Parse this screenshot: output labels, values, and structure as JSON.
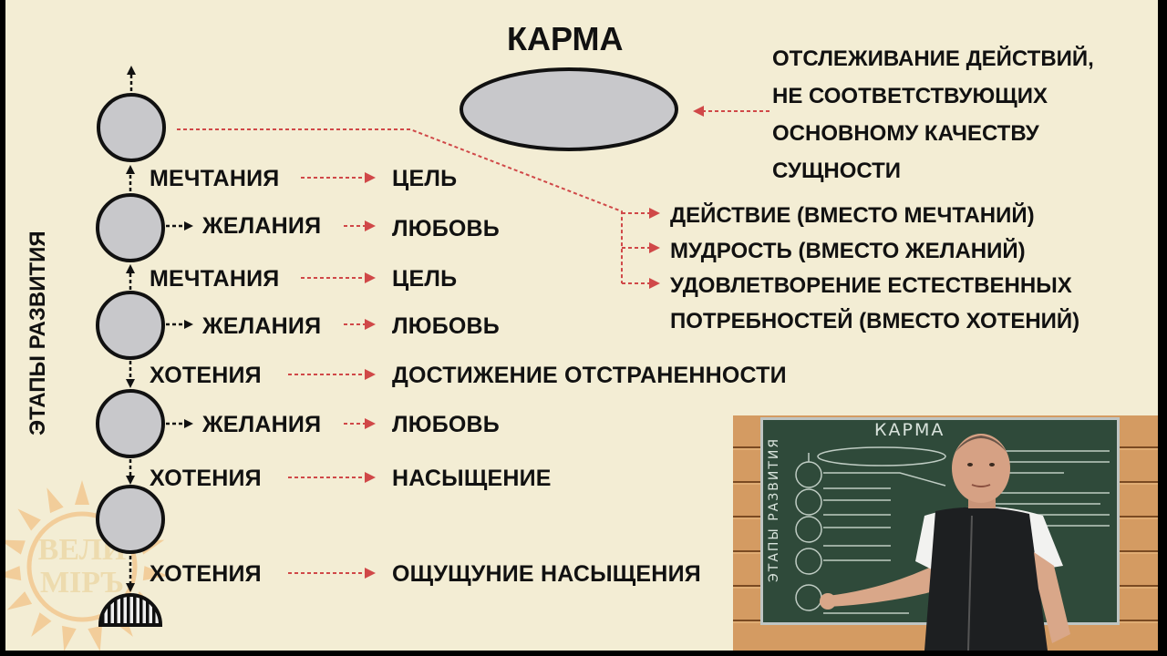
{
  "slide": {
    "title": "КАРМА",
    "vertical_label": "ЭТАПЫ РАЗВИТИЯ",
    "karma_note": [
      "ОТСЛЕЖИВАНИЕ ДЕЙСТВИЙ,",
      "НЕ СООТВЕТСТВУЮЩИХ",
      "ОСНОВНОМУ КАЧЕСТВУ",
      "СУЩНОСТИ"
    ],
    "replacements": [
      "ДЕЙСТВИЕ (ВМЕСТО МЕЧТАНИЙ)",
      "МУДРОСТЬ (ВМЕСТО ЖЕЛАНИЙ)",
      "УДОВЛЕТВОРЕНИЕ ЕСТЕСТВЕННЫХ",
      "ПОТРЕБНОСТЕЙ (ВМЕСТО ХОТЕНИЙ)"
    ],
    "rows": [
      {
        "from": "МЕЧТАНИЯ",
        "to": "ЦЕЛЬ"
      },
      {
        "from": "ЖЕЛАНИЯ",
        "to": "ЛЮБОВЬ"
      },
      {
        "from": "МЕЧТАНИЯ",
        "to": "ЦЕЛЬ"
      },
      {
        "from": "ЖЕЛАНИЯ",
        "to": "ЛЮБОВЬ"
      },
      {
        "from": "ХОТЕНИЯ",
        "to": "ДОСТИЖЕНИЕ ОТСТРАНЕННОСТИ"
      },
      {
        "from": "ЖЕЛАНИЯ",
        "to": "ЛЮБОВЬ"
      },
      {
        "from": "ХОТЕНИЯ",
        "to": "НАСЫЩЕНИЕ"
      },
      {
        "from": "ХОТЕНИЯ",
        "to": "ОЩУЩУНИЕ НАСЫЩЕНИЯ"
      }
    ],
    "colors": {
      "background": "#f3edd4",
      "circle_fill": "#c8c8cb",
      "arrow_red": "#d04848",
      "text": "#111111"
    }
  },
  "video_inset": {
    "board_title": "КАРМА",
    "board_vertical_label": "ЭТАПЫ РАЗВИТИЯ"
  },
  "watermark": {
    "icon": "sun-logo-icon"
  }
}
